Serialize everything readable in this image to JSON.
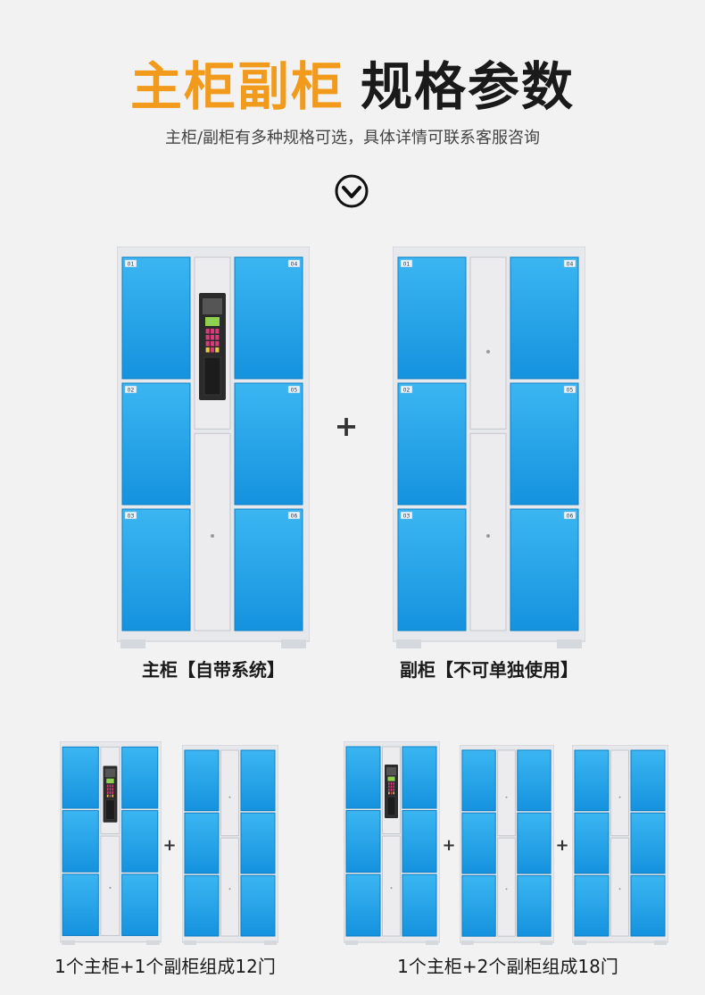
{
  "header": {
    "title_accent": "主柜副柜",
    "title_main": "规格参数",
    "subtitle": "主柜/副柜有多种规格可选，具体详情可联系客服咨询"
  },
  "icons": {
    "down": "chevron-down-circle-icon"
  },
  "cabinet_labels": [
    "01",
    "02",
    "03",
    "04",
    "05",
    "06"
  ],
  "section1": {
    "main_caption": "主柜【自带系统】",
    "sub_caption": "副柜【不可单独使用】",
    "plus": "+"
  },
  "section2": {
    "combo1_caption": "1个主柜+1个副柜组成12门",
    "combo2_caption": "1个主柜+2个副柜组成18门",
    "plus": "+"
  },
  "colors": {
    "door_blue": "#1fa2e8",
    "frame_gray": "#e6e8eb",
    "accent": "#f29a1b",
    "control_dark": "#2b2b2b"
  }
}
